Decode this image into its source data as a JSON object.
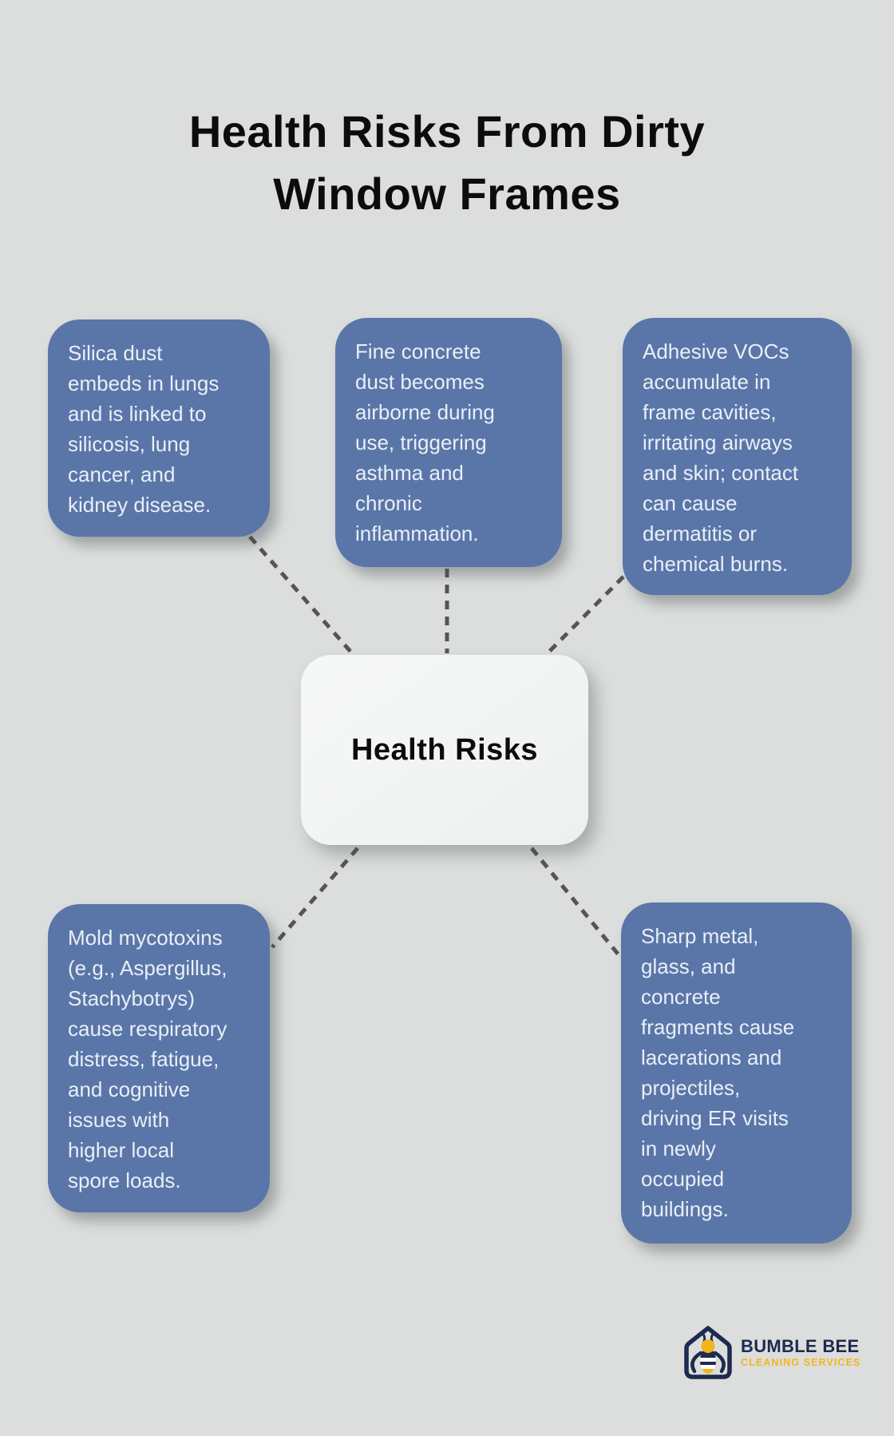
{
  "title": "Health Risks From Dirty\nWindow Frames",
  "center_label": "Health Risks",
  "risk_boxes": [
    {
      "id": "silica",
      "text": "Silica dust\nembeds in lungs\nand is linked to\nsilicosis, lung\ncancer, and\nkidney disease."
    },
    {
      "id": "concrete-dust",
      "text": "Fine concrete\ndust becomes\nairborne during\nuse, triggering\nasthma and\nchronic\ninflammation."
    },
    {
      "id": "adhesive-vocs",
      "text": "Adhesive VOCs\naccumulate in\nframe cavities,\nirritating airways\nand skin; contact\ncan cause\ndermatitis or\nchemical burns."
    },
    {
      "id": "mold",
      "text": "Mold mycotoxins\n(e.g., Aspergillus,\nStachybotrys)\ncause respiratory\ndistress, fatigue,\nand cognitive\nissues with\nhigher local\nspore loads."
    },
    {
      "id": "sharp-fragments",
      "text": "Sharp metal,\nglass, and\nconcrete\nfragments cause\nlacerations and\nprojectiles,\ndriving ER visits\nin newly\noccupied\nbuildings."
    }
  ],
  "logo": {
    "name": "BUMBLE BEE",
    "tagline": "CLEANING SERVICES"
  },
  "colors": {
    "background": "#dcdedd",
    "risk_box_blue": "#5a76a8",
    "risk_box_text": "#e9eff7",
    "center_box": "#f3f4f4",
    "title_text": "#0c0c0c",
    "connector_gray": "#555555",
    "brand_navy": "#1e2a4e",
    "brand_yellow": "#f2b51d"
  }
}
